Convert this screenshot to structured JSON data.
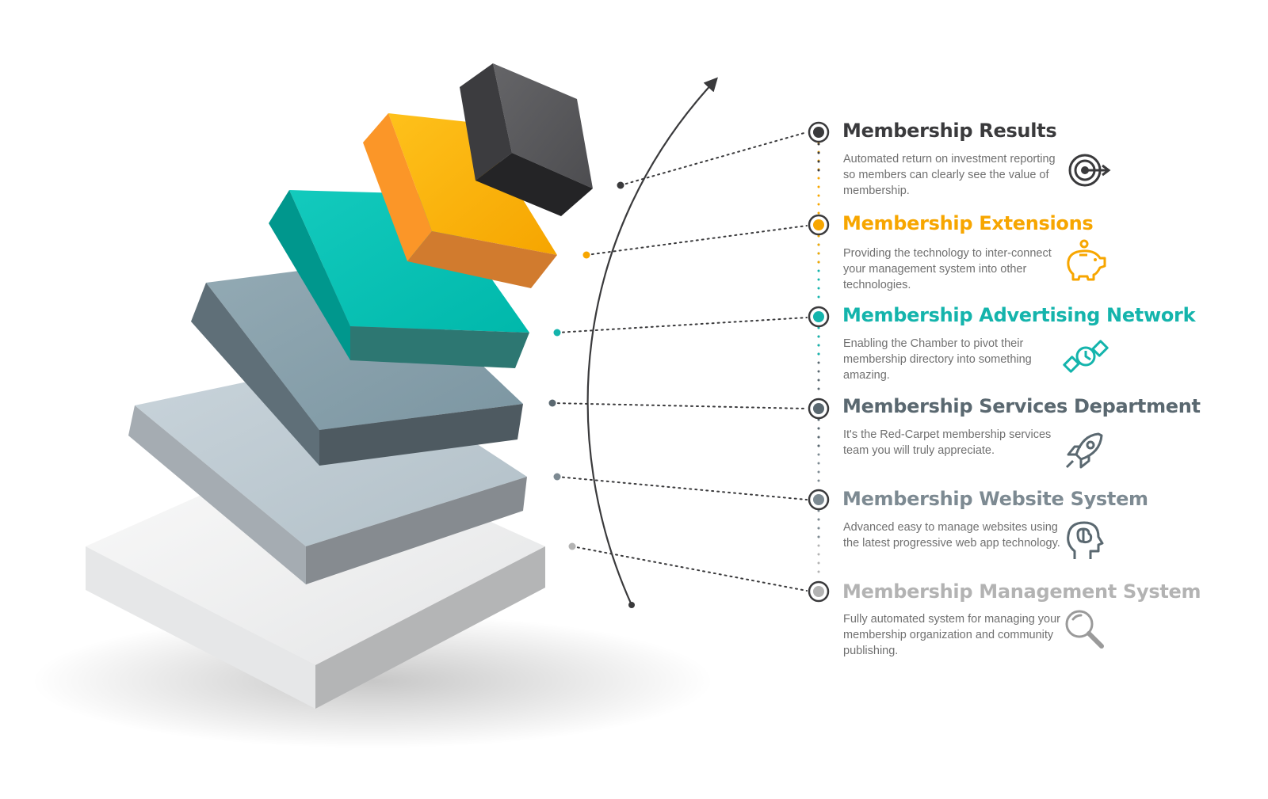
{
  "steps": [
    {
      "title": "Membership Results",
      "description": "Automated return on investment reporting so members can clearly see the value of membership.",
      "color": "#3a3a3c",
      "icon": "target-icon"
    },
    {
      "title": "Membership Extensions",
      "description": "Providing the technology to inter-connect your management system into other technologies.",
      "color": "#f7a600",
      "icon": "piggy-bank-icon"
    },
    {
      "title": "Membership Advertising Network",
      "description": "Enabling the Chamber to pivot their membership directory into something amazing.",
      "color": "#14b4ac",
      "icon": "satellite-icon"
    },
    {
      "title": "Membership Services Department",
      "description": "It's the Red-Carpet membership services team you will truly appreciate.",
      "color": "#5a6870",
      "icon": "rocket-icon"
    },
    {
      "title": "Membership Website System",
      "description": "Advanced easy to manage websites using the latest progressive web app technology.",
      "color": "#7d8a92",
      "icon": "brain-head-icon"
    },
    {
      "title": "Membership Management System",
      "description": "Fully automated system for managing your membership organization and community publishing.",
      "color": "#b3b3b3",
      "icon": "magnifier-icon"
    }
  ]
}
